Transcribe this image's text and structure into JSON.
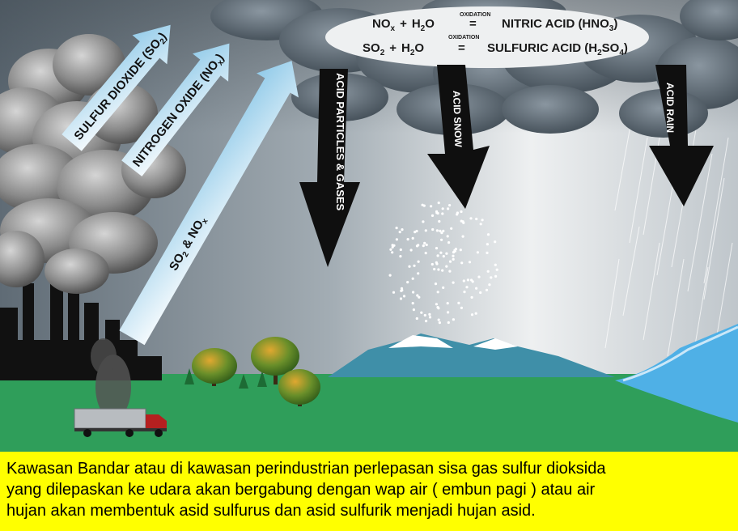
{
  "diagram": {
    "colors": {
      "sky_top": "#5f6b75",
      "sky_mid": "#9aa6ae",
      "sky_light": "#e8eaec",
      "ground": "#2f9e5a",
      "water": "#4fb0e6",
      "arrow_blue": "#9fd0ea",
      "arrow_dark": "#0f0f0f",
      "caption_bg": "#ffff00"
    },
    "equations": {
      "nitric": {
        "lhs_1": "NO",
        "lhs_1_sub": "x",
        "plus": "+",
        "lhs_2": "H",
        "lhs_2_sub": "2",
        "lhs_2_end": "O",
        "process": "OXIDATION",
        "equals": "=",
        "rhs": "NITRIC ACID (HNO",
        "rhs_sub": "3",
        "rhs_end": ")"
      },
      "sulfuric": {
        "lhs_1": "SO",
        "lhs_1_sub": "2",
        "plus": "+",
        "lhs_2": "H",
        "lhs_2_sub": "2",
        "lhs_2_end": "O",
        "process": "OXIDATION",
        "equals": "=",
        "rhs": "SULFURIC ACID (H",
        "rhs_sub": "2",
        "rhs_mid": "SO",
        "rhs_sub2": "4",
        "rhs_end": ")"
      }
    },
    "up_arrows": {
      "sulfur_dioxide": "SULFUR DIOXIDE (SO",
      "sulfur_dioxide_sub": "2",
      "sulfur_dioxide_end": ")",
      "nitrogen_oxide": "NITROGEN OXIDE (NO",
      "nitrogen_oxide_sub": "x",
      "nitrogen_oxide_end": ")",
      "mix_1": "SO",
      "mix_1_sub": "2",
      "mix_amp": " & NO",
      "mix_2_sub": "x"
    },
    "down_arrows": {
      "particles": "ACID PARTICLES & GASES",
      "snow": "ACID SNOW",
      "rain": "ACID RAIN"
    }
  },
  "caption": {
    "line_1": "Kawasan Bandar atau di kawasan perindustrian perlepasan sisa gas sulfur dioksida",
    "line_2": "yang dilepaskan ke udara akan bergabung dengan wap air ( embun pagi ) atau air",
    "line_3": "hujan akan membentuk asid sulfurus dan asid sulfurik menjadi hujan asid."
  }
}
